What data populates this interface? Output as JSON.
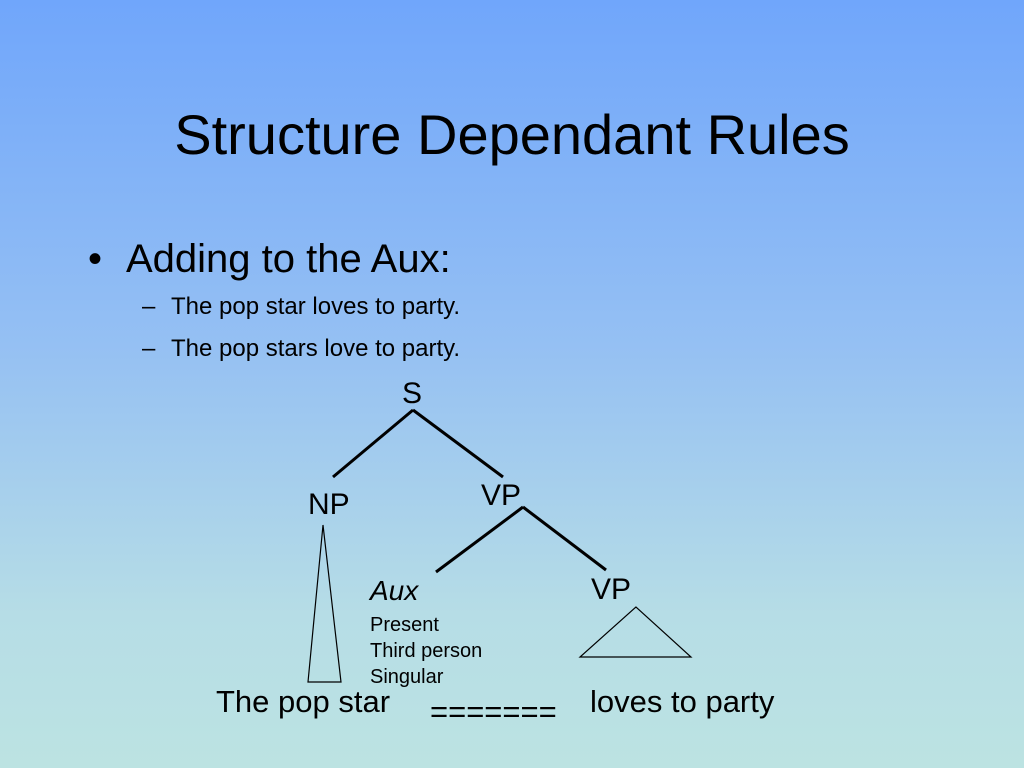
{
  "slide": {
    "title": "Structure Dependant Rules",
    "bullet": {
      "marker": "•",
      "text": "Adding to the Aux:",
      "sub_marker": "–",
      "subs": [
        "The pop star loves to party.",
        "The pop stars love to party."
      ]
    }
  },
  "tree": {
    "root": "S",
    "np": "NP",
    "vp_top": "VP",
    "aux": "Aux",
    "aux_features": [
      "Present",
      "Third person",
      "Singular"
    ],
    "vp_bottom": "VP"
  },
  "sentence": {
    "subject": "The pop star",
    "aux_slot": "=======",
    "predicate": "loves to party"
  }
}
